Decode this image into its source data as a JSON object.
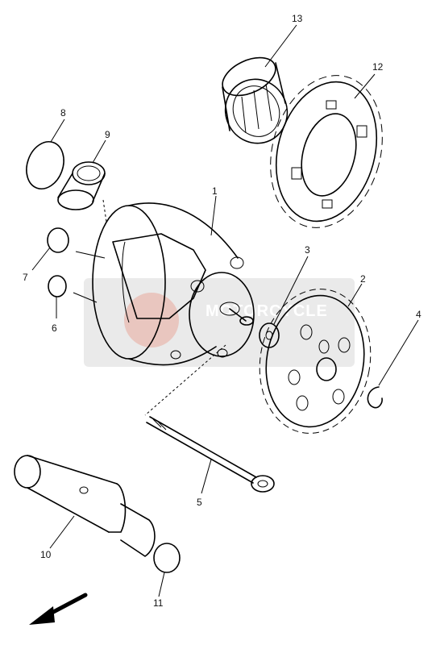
{
  "callouts": {
    "c1": "1",
    "c2": "2",
    "c3": "3",
    "c4": "4",
    "c5": "5",
    "c6": "6",
    "c7": "7",
    "c8": "8",
    "c9": "9",
    "c10": "10",
    "c11": "11",
    "c12": "12",
    "c13": "13"
  },
  "watermark": {
    "text": "MOTORCYCLE"
  },
  "colors": {
    "ink": "#000000",
    "watermark_band": "#d9d9d9",
    "watermark_badge": "#e8a89a"
  },
  "icons": {
    "direction_arrow": "front-arrow-icon"
  }
}
